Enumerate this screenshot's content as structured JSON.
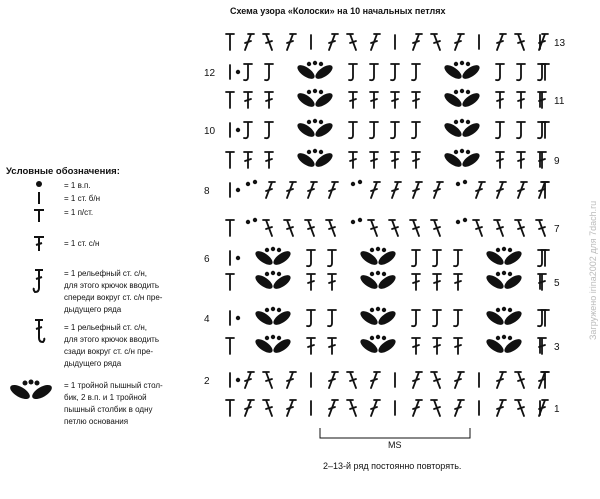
{
  "title": "Схема узора «Колоски» на 10 начальных петлях",
  "legend": {
    "heading": "Условные обозначения:",
    "items": [
      {
        "symbol": "chain-stitch",
        "text": "= 1 в.п."
      },
      {
        "symbol": "single-crochet",
        "text": "= 1 ст. б/н"
      },
      {
        "symbol": "half-double-crochet",
        "text": "= 1 п/ст."
      },
      {
        "symbol": "double-crochet",
        "text": "= 1 ст. с/н"
      },
      {
        "symbol": "front-post-dc",
        "lines": [
          "= 1 рельефный ст. с/н,",
          "для этого крючок вводить",
          "спереди вокруг ст. с/н пре-",
          "дыдущего ряда"
        ]
      },
      {
        "symbol": "back-post-dc",
        "lines": [
          "= 1 рельефный ст. с/н,",
          "для этого крючок вводить",
          "сзади вокруг ст. с/н пре-",
          "дыдущего ряда"
        ]
      },
      {
        "symbol": "puff-cluster",
        "lines": [
          "= 1 тройной пышный стол-",
          "бик, 2 в.п. и 1 тройной",
          "пышный столбик в одну",
          "петлю основания"
        ]
      }
    ]
  },
  "rows": {
    "left": [
      "12",
      "10",
      "8",
      "6",
      "4",
      "2"
    ],
    "right": [
      "13",
      "11",
      "9",
      "7",
      "5",
      "3",
      "1"
    ]
  },
  "repeat_label": "MS",
  "footer": "2–13-й ряд постоянно повторять.",
  "watermark": "Загружено irina2002 для 7dach.ru"
}
